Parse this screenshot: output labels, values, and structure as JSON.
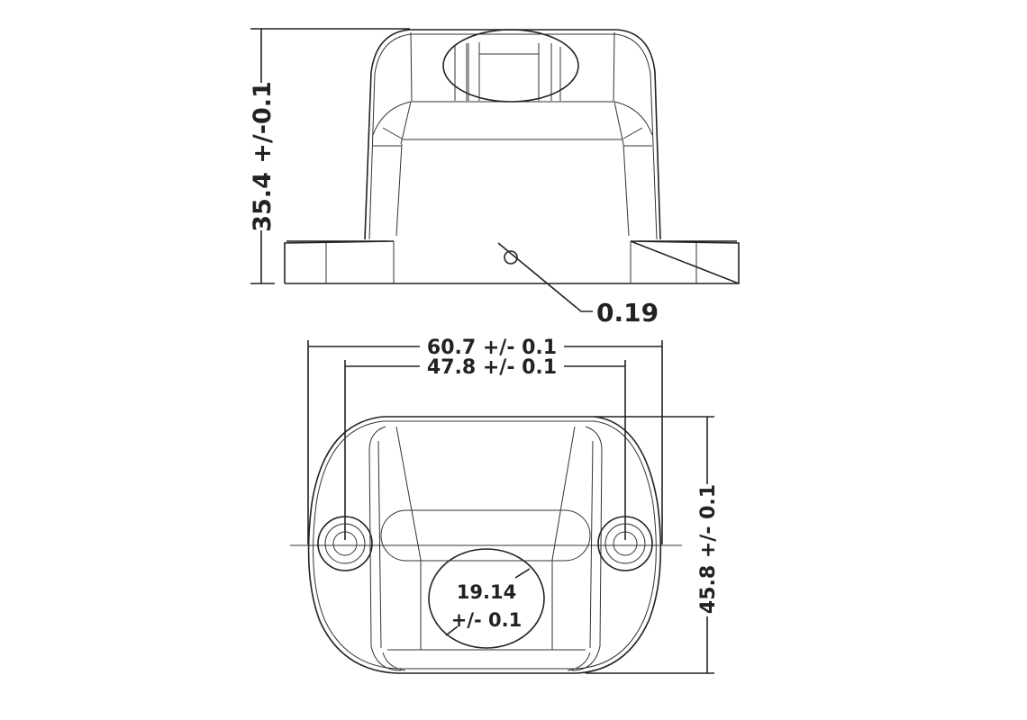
{
  "front_view": {
    "height_dimension": "35.4 +/-0.1",
    "hole_dimension": "0.19"
  },
  "top_view": {
    "overall_width_dimension": "60.7 +/- 0.1",
    "hole_spacing_dimension": "47.8 +/- 0.1",
    "depth_dimension": "45.8 +/- 0.1",
    "center_hole_dimension_value": "19.14",
    "center_hole_dimension_tolerance": "+/- 0.1"
  },
  "colors": {
    "line": "#222222",
    "background": "#ffffff"
  }
}
